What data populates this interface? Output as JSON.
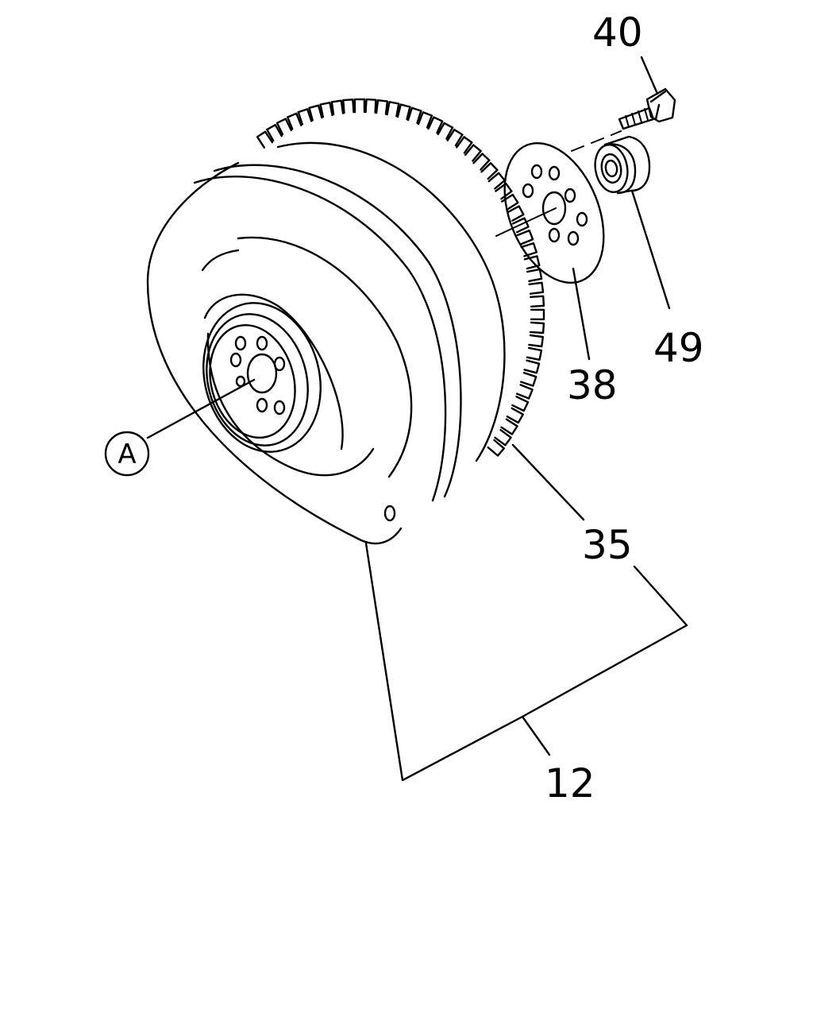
{
  "callouts": {
    "bolt": "40",
    "bearing": "49",
    "plate": "38",
    "ring_gear": "35",
    "assembly": "12",
    "view_ref": "A"
  }
}
